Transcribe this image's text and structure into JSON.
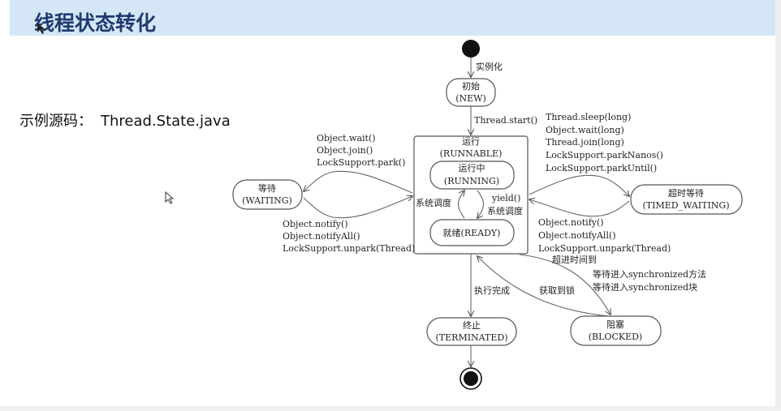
{
  "slide": {
    "title": "线程状态转化",
    "source_label": "示例源码：",
    "source_file": "Thread.State.java"
  },
  "diagram": {
    "start_label": "实例化",
    "new_state": [
      "初始",
      "(NEW)"
    ],
    "start_edge": "Thread.start()",
    "runnable": [
      "运行",
      "(RUNNABLE)"
    ],
    "running": [
      "运行中",
      "(RUNNING)"
    ],
    "ready": "就绪(READY)",
    "sched_left": "系统调度",
    "sched_right": [
      "yield()",
      "系统调度"
    ],
    "waiting": [
      "等待",
      "(WAITING)"
    ],
    "to_waiting": [
      "Object.wait()",
      "Object.join()",
      "LockSupport.park()"
    ],
    "from_waiting": [
      "Object.notify()",
      "Object.notifyAll()",
      "LockSupport.unpark(Thread)"
    ],
    "timed_waiting": [
      "超时等待",
      "(TIMED_WAITING)"
    ],
    "to_timed": [
      "Thread.sleep(long)",
      "Object.wait(long)",
      "Thread.join(long)",
      "LockSupport.parkNanos()",
      "LockSupport.parkUntil()"
    ],
    "from_timed": [
      "Object.notify()",
      "Object.notifyAll()",
      "LockSupport.unpark(Thread)",
      "超进时间到"
    ],
    "to_blocked": [
      "等待进入synchronized方法",
      "等待进入synchronized块"
    ],
    "from_blocked": "获取到锁",
    "blocked": [
      "阻塞",
      "(BLOCKED)"
    ],
    "finish": "执行完成",
    "terminated": [
      "终止",
      "(TERMINATED)"
    ]
  }
}
